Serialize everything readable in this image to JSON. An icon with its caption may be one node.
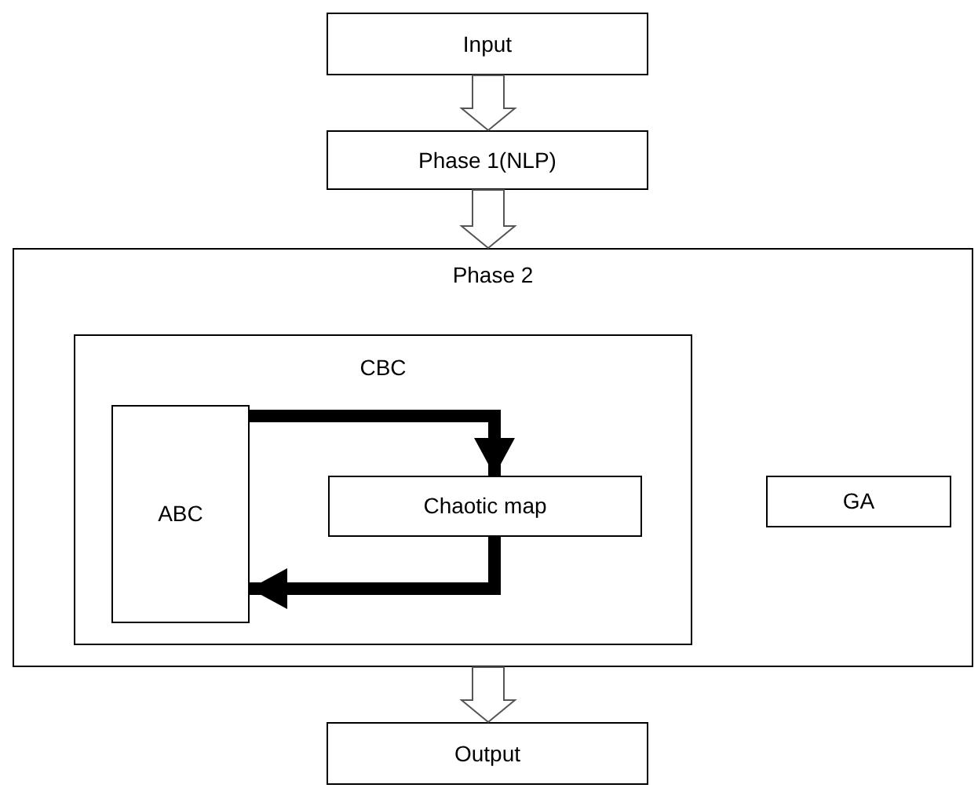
{
  "diagram": {
    "nodes": [
      {
        "text": [
          "Input"
        ]
      },
      {
        "text": [
          "Phase 1(NLP)"
        ]
      },
      {
        "text": [
          "Phase 2"
        ]
      },
      {
        "text": [
          "CBC"
        ],
        "in": 2
      },
      {
        "text": [
          "ABC"
        ],
        "in": 3
      },
      {
        "text": [
          "Chaotic map"
        ],
        "in": 3
      },
      {
        "text": [
          "GA"
        ],
        "in": 2
      },
      {
        "text": [
          "Output"
        ]
      }
    ],
    "edges": [
      {
        "from": 0,
        "to": 1,
        "arrow": "to",
        "style": "thick"
      },
      {
        "from": 1,
        "to": 2,
        "arrow": "to",
        "style": "thick"
      },
      {
        "from": 2,
        "to": 7,
        "arrow": "to",
        "style": "thick"
      },
      {
        "from": 4,
        "to": 5,
        "arrow": "to"
      },
      {
        "from": 5,
        "to": 4,
        "arrow": "to"
      }
    ]
  }
}
